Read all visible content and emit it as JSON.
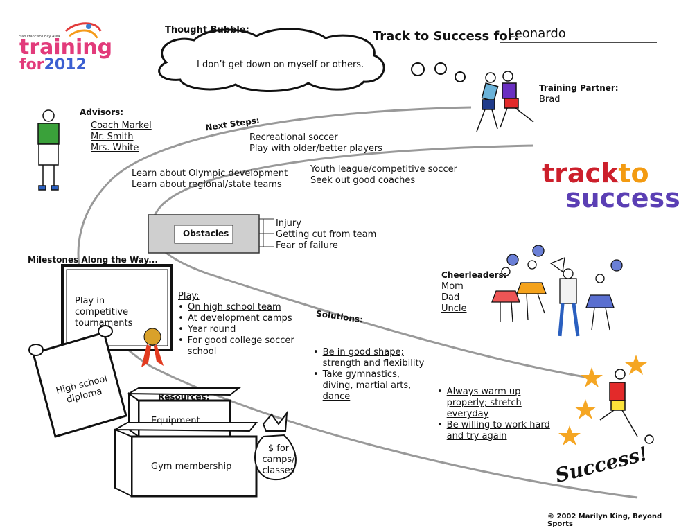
{
  "logo": {
    "line1": "San Francisco Bay Area",
    "line2": "training",
    "line3": "for",
    "year": "2012"
  },
  "thought_bubble": {
    "label": "Thought Bubble:",
    "text": "I don’t get down on myself or others."
  },
  "track_for": {
    "label": "Track to Success for:",
    "name": "Leonardo"
  },
  "training_partner": {
    "label": "Training Partner:",
    "name": "Brad"
  },
  "advisors": {
    "label": "Advisors:",
    "items": [
      "Coach Markel",
      "Mr. Smith",
      "Mrs. White"
    ]
  },
  "next_steps": {
    "label": "Next Steps:",
    "col1": [
      "Learn about Olympic development",
      "Learn about regional/state teams"
    ],
    "col2": [
      "Recreational soccer",
      "Play with older/better players"
    ],
    "col3": [
      "Youth league/competitive soccer",
      "Seek out good coaches"
    ]
  },
  "brand": {
    "track": "track",
    "to": "to",
    "success": "success",
    "colors": {
      "track": "#cc1f2b",
      "to": "#f39b12",
      "success": "#5b3fb4"
    }
  },
  "obstacles": {
    "label": "Obstacles",
    "items": [
      "Injury",
      "Getting cut from team",
      "Fear of failure"
    ]
  },
  "cheerleaders": {
    "label": "Cheerleaders:",
    "items": [
      "Mom",
      "Dad",
      "Uncle"
    ]
  },
  "milestones": {
    "label": "Milestones Along the Way...",
    "certificate": "Play in competitive tournaments",
    "diploma": "High school diploma"
  },
  "play": {
    "label": "Play:",
    "items": [
      "On high school team",
      "At development camps",
      "Year round",
      "For good college soccer school"
    ]
  },
  "solutions": {
    "label": "Solutions:",
    "col1": [
      "Be in good shape; strength and flexibility",
      "Take gymnastics, diving, martial arts, dance"
    ],
    "col2": [
      "Always warm up properly; stretch everyday",
      "Be willing to work hard and try again"
    ]
  },
  "resources": {
    "label": "Resources:",
    "equipment": "Equipment",
    "gym": "Gym membership",
    "money": "$ for camps/ classes"
  },
  "success": "Success!",
  "copyright": "© 2002 Marilyn King, Beyond Sports"
}
